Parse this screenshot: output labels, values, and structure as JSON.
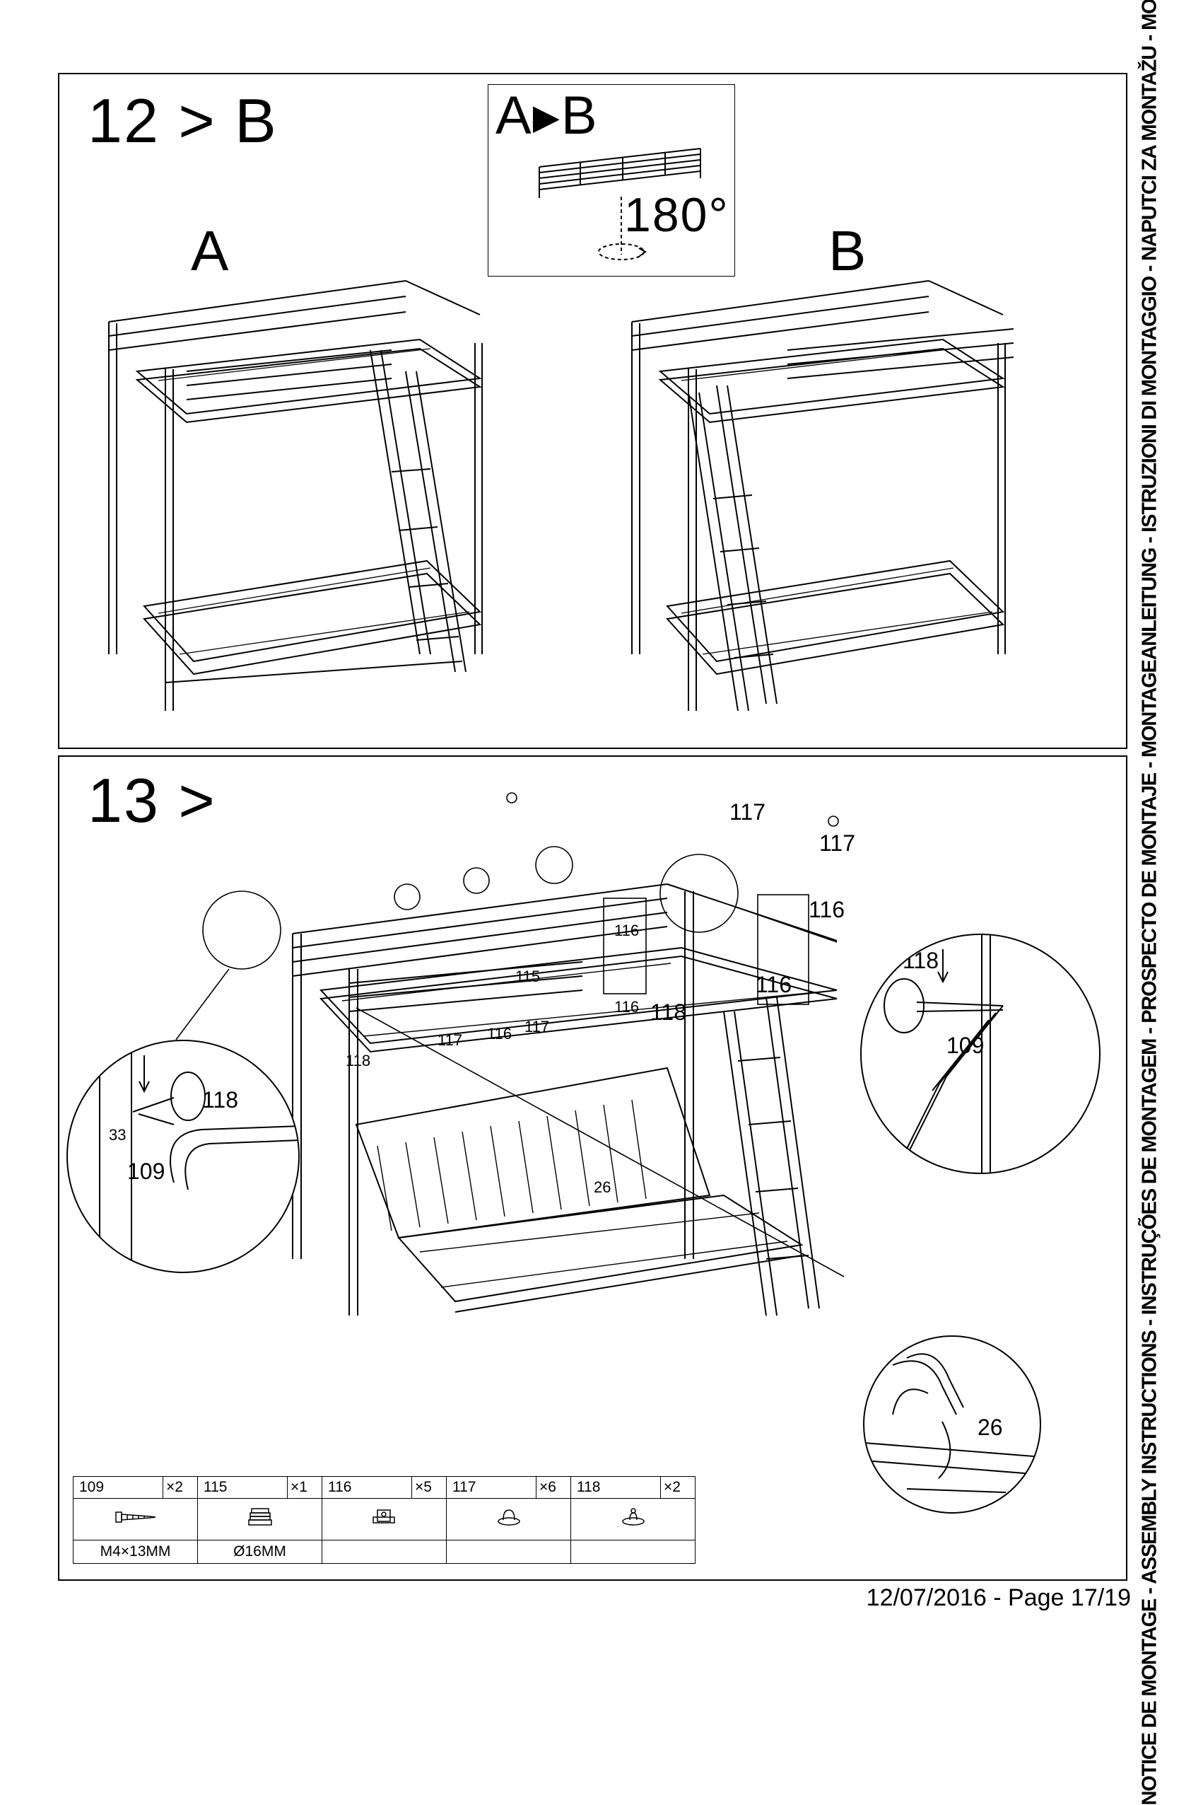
{
  "step12": {
    "title": "12 > B",
    "inset_title": "A▸B",
    "rotation": "180°",
    "label_a": "A",
    "label_b": "B"
  },
  "step13": {
    "title": "13 >",
    "callouts": {
      "c117_top_a": "117",
      "c117_top_b": "117",
      "c116_right_a": "116",
      "c116_right_b": "116",
      "c116_mid_a": "116",
      "c116_mid_b": "116",
      "c118_mid": "118",
      "c115": "115",
      "c117_low_a": "117",
      "c116_low": "116",
      "c117_low_b": "117",
      "c118_left_small": "118",
      "c26_mid": "26",
      "c118_detail_right": "118",
      "c109_detail_right": "109",
      "c118_detail_left": "118",
      "c33_detail_left": "33",
      "c109_detail_left": "109",
      "c26_detail": "26"
    }
  },
  "parts": [
    {
      "id": "109",
      "qty": "×2",
      "icon": "screw-icon",
      "spec": "M4×13MM"
    },
    {
      "id": "115",
      "qty": "×1",
      "icon": "ribbed-plug-icon",
      "spec": "Ø16MM"
    },
    {
      "id": "116",
      "qty": "×5",
      "icon": "clip-nut-icon",
      "spec": ""
    },
    {
      "id": "117",
      "qty": "×6",
      "icon": "dome-cap-icon",
      "spec": ""
    },
    {
      "id": "118",
      "qty": "×2",
      "icon": "hook-cap-icon",
      "spec": ""
    }
  ],
  "side_banner": "NOTICE DE MONTAGE - ASSEMBLY INSTRUCTIONS - INSTRUÇÕES DE MONTAGEM - PROSPECTO DE MONTAJE - MONTAGEANLEITUNG - ISTRUZIONI DI MONTAGGIO - NAPUTCI ZA MONTAŽU - MONTAJ TALİMATI",
  "footer": "12/07/2016 - Page 17/19"
}
